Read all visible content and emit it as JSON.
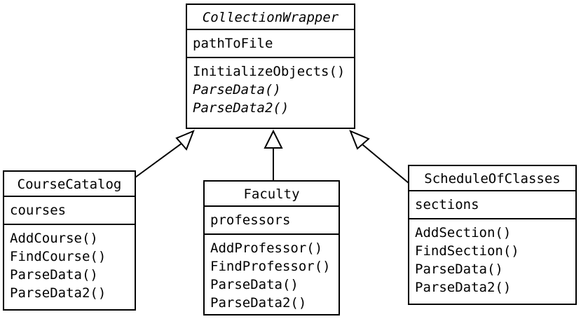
{
  "classes": {
    "collection_wrapper": {
      "name": "CollectionWrapper",
      "attributes": [
        "pathToFile"
      ],
      "operations": [
        "InitializeObjects()",
        "ParseData()",
        "ParseData2()"
      ]
    },
    "course_catalog": {
      "name": "CourseCatalog",
      "attributes": [
        "courses"
      ],
      "operations": [
        "AddCourse()",
        "FindCourse()",
        "ParseData()",
        "ParseData2()"
      ]
    },
    "faculty": {
      "name": "Faculty",
      "attributes": [
        "professors"
      ],
      "operations": [
        "AddProfessor()",
        "FindProfessor()",
        "ParseData()",
        "ParseData2()"
      ]
    },
    "schedule_of_classes": {
      "name": "ScheduleOfClasses",
      "attributes": [
        "sections"
      ],
      "operations": [
        "AddSection()",
        "FindSection()",
        "ParseData()",
        "ParseData2()"
      ]
    }
  }
}
